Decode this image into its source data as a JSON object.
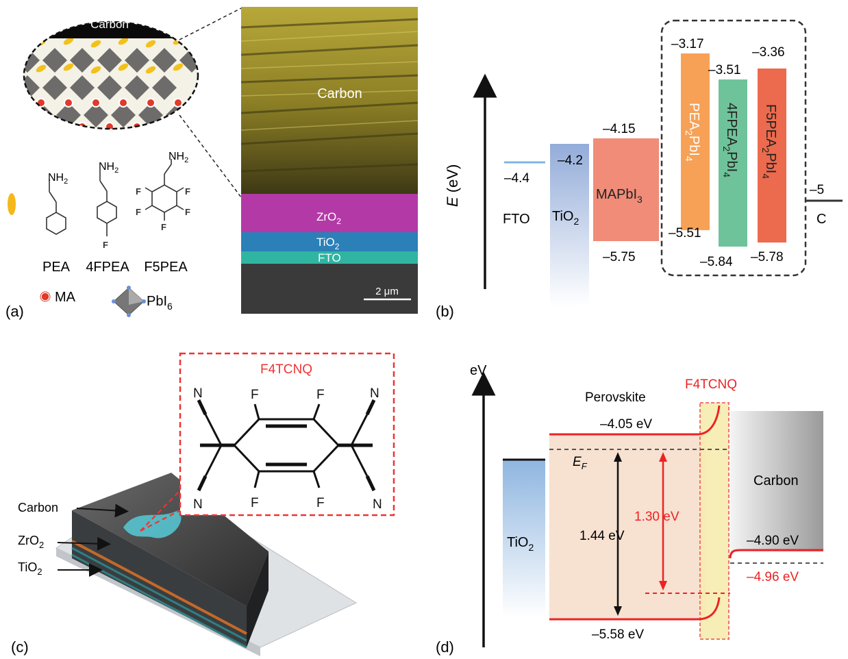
{
  "panel_labels": {
    "a": "(a)",
    "b": "(b)",
    "c": "(c)",
    "d": "(d)"
  },
  "panel_a": {
    "cap_label": "Carbon",
    "molecules": [
      "PEA",
      "4FPEA",
      "F5PEA"
    ],
    "nh2": "NH",
    "nh2_sub": "2",
    "fluorine": "F",
    "legend_ma": "MA",
    "legend_pbi": "PbI",
    "legend_pbi_sub": "6",
    "sem_carbon": "Carbon",
    "sem_zro2": "ZrO",
    "sem_zro2_sub": "2",
    "sem_tio2": "TiO",
    "sem_tio2_sub": "2",
    "sem_fto": "FTO",
    "scale_bar": "2 μm"
  },
  "panel_b": {
    "axis_label_e": "E",
    "axis_label_unit": " (eV)",
    "fto": {
      "label": "FTO",
      "value": "–4.4"
    },
    "tio2": {
      "label": "TiO",
      "sub": "2",
      "value": "–4.2"
    },
    "mapbi3": {
      "label": "MAPbI",
      "sub": "3",
      "top": "–4.15",
      "bottom": "–5.75"
    },
    "pea": {
      "label": "PEA",
      "sub1": "2",
      "mid": "PbI",
      "sub2": "4",
      "top": "–3.17",
      "bottom": "–5.51"
    },
    "fpea4": {
      "label": "4FPEA",
      "sub1": "2",
      "mid": "PbI",
      "sub2": "4",
      "top": "–3.51",
      "bottom": "–5.84"
    },
    "f5pea": {
      "label": "F5PEA",
      "sub1": "2",
      "mid": "PbI",
      "sub2": "4",
      "top": "–3.36",
      "bottom": "–5.78"
    },
    "carbon": {
      "label": "C",
      "value": "–5"
    },
    "colors": {
      "tio2": "#9fb4de",
      "mapbi3": "#f08c78",
      "pea": "#f7a156",
      "fpea4": "#6fc39a",
      "f5pea": "#ec6a4e",
      "fto": "#7fb4e6"
    }
  },
  "panel_c": {
    "title": "F4TCNQ",
    "atoms": {
      "n": "N",
      "f": "F"
    },
    "layers": [
      {
        "label": "Carbon",
        "sub": ""
      },
      {
        "label": "ZrO",
        "sub": "2"
      },
      {
        "label": "TiO",
        "sub": "2"
      }
    ]
  },
  "panel_d": {
    "axis_label": "eV",
    "perovskite": "Perovskite",
    "f4tcnq": "F4TCNQ",
    "carbon": "Carbon",
    "tio2": "TiO",
    "tio2_sub": "2",
    "ef": "E",
    "ef_sub": "F",
    "top_level": "–4.05 eV",
    "bottom_level": "–5.58 eV",
    "gap_black": "1.44 eV",
    "gap_red": "1.30 eV",
    "carbon_level": "–4.90 eV",
    "carbon_red": "–4.96 eV"
  }
}
